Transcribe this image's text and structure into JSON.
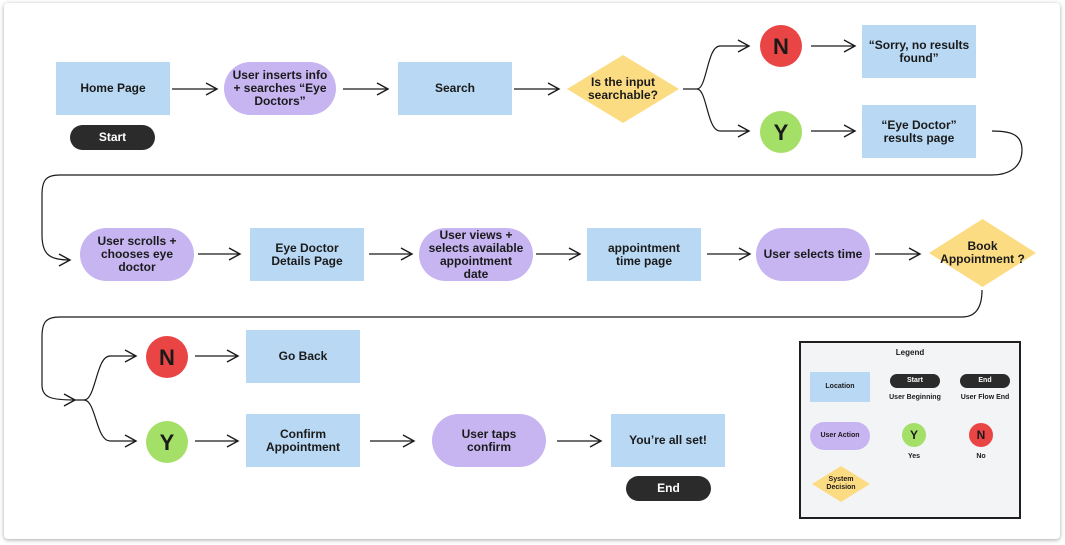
{
  "nodes": {
    "home": "Home Page",
    "start": "Start",
    "insert_info": "User inserts info\n+ searches “Eye\nDoctors”",
    "search": "Search",
    "searchable": "Is the input\nsearchable?",
    "no1": "N",
    "sorry": "“Sorry, no results\nfound”",
    "yes1": "Y",
    "results": "“Eye Doctor”\nresults page",
    "scrolls": "User scrolls +\nchooses eye\ndoctor",
    "details": "Eye Doctor\nDetails Page",
    "views": "User views +\nselects available\nappointment\ndate",
    "time_page": "appointment\ntime page",
    "selects_time": "User selects time",
    "book": "Book\nAppointment ?",
    "no2": "N",
    "go_back": "Go Back",
    "yes2": "Y",
    "confirm": "Confirm\nAppointment",
    "taps": "User taps\nconfirm",
    "all_set": "You’re all set!",
    "end": "End"
  },
  "legend": {
    "title": "Legend",
    "location": "Location",
    "start": "Start",
    "start_caption": "User Beginning",
    "end": "End",
    "end_caption": "User Flow End",
    "action": "User Action",
    "yes": "Y",
    "yes_caption": "Yes",
    "no": "N",
    "no_caption": "No",
    "decision": "System\nDecision"
  },
  "colors": {
    "location": "#b8d8f4",
    "user_action": "#c7b5f2",
    "decision": "#fcdc83",
    "yes": "#a4e067",
    "no": "#ea4545",
    "pill": "#2b2b2b"
  }
}
